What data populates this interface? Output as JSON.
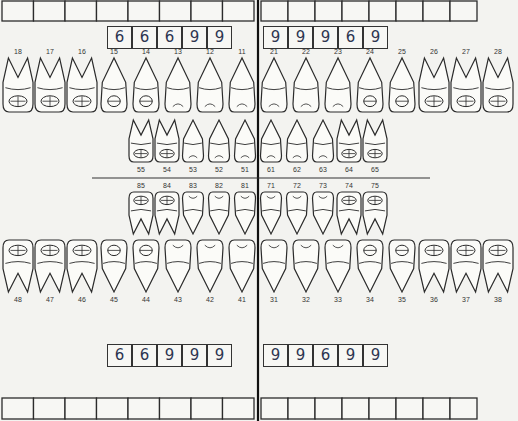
{
  "diagram": {
    "nodes": [
      {
        "text": [
          "6"
        ]
      },
      {
        "text": [
          "6"
        ]
      },
      {
        "text": [
          "6"
        ]
      },
      {
        "text": [
          "9"
        ]
      },
      {
        "text": [
          "9"
        ]
      },
      {
        "text": [
          "9"
        ]
      },
      {
        "text": [
          "9"
        ]
      },
      {
        "text": [
          "9"
        ]
      },
      {
        "text": [
          "6"
        ]
      },
      {
        "text": [
          "9"
        ]
      },
      {
        "text": [
          "6"
        ]
      },
      {
        "text": [
          "6"
        ]
      },
      {
        "text": [
          "9"
        ]
      },
      {
        "text": [
          "9"
        ]
      },
      {
        "text": [
          "9"
        ]
      },
      {
        "text": [
          "9"
        ]
      },
      {
        "text": [
          "9"
        ]
      },
      {
        "text": [
          "6"
        ]
      },
      {
        "text": [
          "9"
        ]
      },
      {
        "text": [
          "9"
        ]
      }
    ],
    "labels": [
      "18",
      "17",
      "16",
      "15",
      "14",
      "13",
      "12",
      "11",
      "21",
      "22",
      "23",
      "24",
      "25",
      "26",
      "27",
      "28",
      "55",
      "54",
      "53",
      "52",
      "51",
      "61",
      "62",
      "63",
      "64",
      "65",
      "85",
      "84",
      "83",
      "82",
      "81",
      "71",
      "72",
      "73",
      "74",
      "75",
      "48",
      "47",
      "46",
      "45",
      "44",
      "43",
      "42",
      "41",
      "31",
      "32",
      "33",
      "34",
      "35",
      "36",
      "37",
      "38"
    ]
  }
}
